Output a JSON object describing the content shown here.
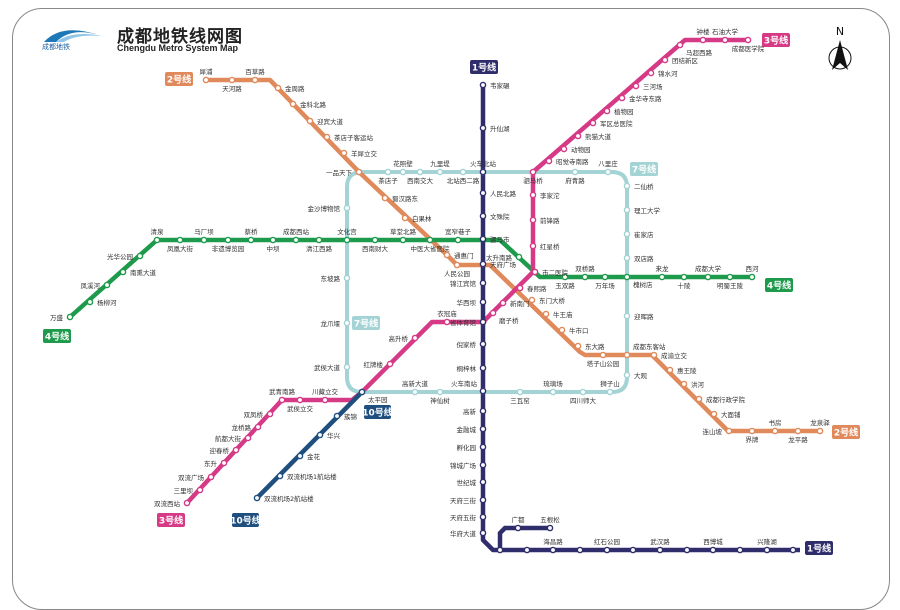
{
  "header": {
    "title": "成都地铁线网图",
    "subtitle": "Chengdu Metro System Map",
    "logo_text": "成都地铁",
    "north_label": "N"
  },
  "colors": {
    "line1": "#2f2d6b",
    "line2": "#e08a5c",
    "line3": "#d63a86",
    "line4": "#1e9a4c",
    "line7": "#a3d3d4",
    "line10": "#1f4f7e"
  },
  "lines": {
    "line1": {
      "label": "1号线",
      "stations": [
        "韦家碾",
        "升仙湖",
        "火车北站",
        "人民北路",
        "文殊院",
        "骡马市",
        "天府广场",
        "锦江宾馆",
        "华西坝",
        "省体育馆",
        "倪家桥",
        "桐梓林",
        "火车南站",
        "高新",
        "金融城",
        "孵化园",
        "锦城广场",
        "世纪城",
        "天府三街",
        "天府五街",
        "华府大道",
        "海昌路",
        "红石公园",
        "武汉路",
        "西博城",
        "兴隆湖"
      ],
      "branch_stations": [
        "广都",
        "五根松"
      ]
    },
    "line2": {
      "label": "2号线",
      "stations": [
        "犀浦",
        "天河路",
        "百草路",
        "金周路",
        "金科北路",
        "迎宾大道",
        "茶店子客运站",
        "羊犀立交",
        "一品天下",
        "蜀汉路东",
        "白果林",
        "中医大省医院",
        "通惠门",
        "人民公园",
        "天府广场",
        "春熙路",
        "东门大桥",
        "牛王庙",
        "牛市口",
        "东大路",
        "塔子山公园",
        "成都东客站",
        "成渝立交",
        "惠王陵",
        "洪河",
        "成都行政学院",
        "大面铺",
        "连山坡",
        "界牌",
        "书房",
        "龙平路",
        "龙泉驿"
      ]
    },
    "line3": {
      "label": "3号线",
      "stations": [
        "成都医学院",
        "石油大学",
        "钟楼",
        "马超西路",
        "团结新区",
        "锦水河",
        "三河场",
        "金华寺东路",
        "植物园",
        "军区总医院",
        "熊猫大道",
        "动物园",
        "昭觉寺南路",
        "驷马桥",
        "李家沱",
        "前锋路",
        "红星桥",
        "市二医院",
        "春熙路",
        "新南门",
        "磨子桥",
        "省体育馆",
        "衣冠庙",
        "高升桥",
        "红牌楼",
        "太平园",
        "川藏立交",
        "武侯立交",
        "武青南路",
        "双凤桥",
        "龙桥路",
        "航都大街",
        "迎春桥",
        "东升",
        "双流广场",
        "三里坝",
        "双流西站"
      ]
    },
    "line4": {
      "label": "4号线",
      "stations": [
        "万盛",
        "杨柳河",
        "凤溪河",
        "南熏大道",
        "光华公园",
        "清泉",
        "凤凰大街",
        "马厂坝",
        "非遗博览园",
        "蔡桥",
        "中坝",
        "成都西站",
        "清江西路",
        "文化宫",
        "西南财大",
        "草堂北路",
        "中医大省医院",
        "宽窄巷子",
        "骡马市",
        "太升南路",
        "市二医院",
        "玉双路",
        "双桥路",
        "万年场",
        "槐树店",
        "来龙",
        "十陵",
        "成都大学",
        "明蜀王陵",
        "西河"
      ]
    },
    "line7": {
      "label": "7号线",
      "stations": [
        "一品天下",
        "茶店子",
        "花照壁",
        "西南交大",
        "九里堤",
        "北站西二路",
        "火车北站",
        "驷马桥",
        "府青路",
        "八里庄",
        "二仙桥",
        "理工大学",
        "崔家店",
        "双店路",
        "槐树店",
        "迎晖路",
        "成都东客站",
        "大观",
        "狮子山",
        "四川师大",
        "琉璃场",
        "三瓦窑",
        "火车南站",
        "神仙树",
        "高新大道",
        "太平园",
        "武侯大道",
        "龙爪堰",
        "东坡路",
        "文化宫",
        "金沙博物馆"
      ]
    },
    "line10": {
      "label": "10号线",
      "stations": [
        "太平园",
        "簇锦",
        "华兴",
        "金花",
        "双流机场1航站楼",
        "双流机场2航站楼"
      ]
    }
  }
}
